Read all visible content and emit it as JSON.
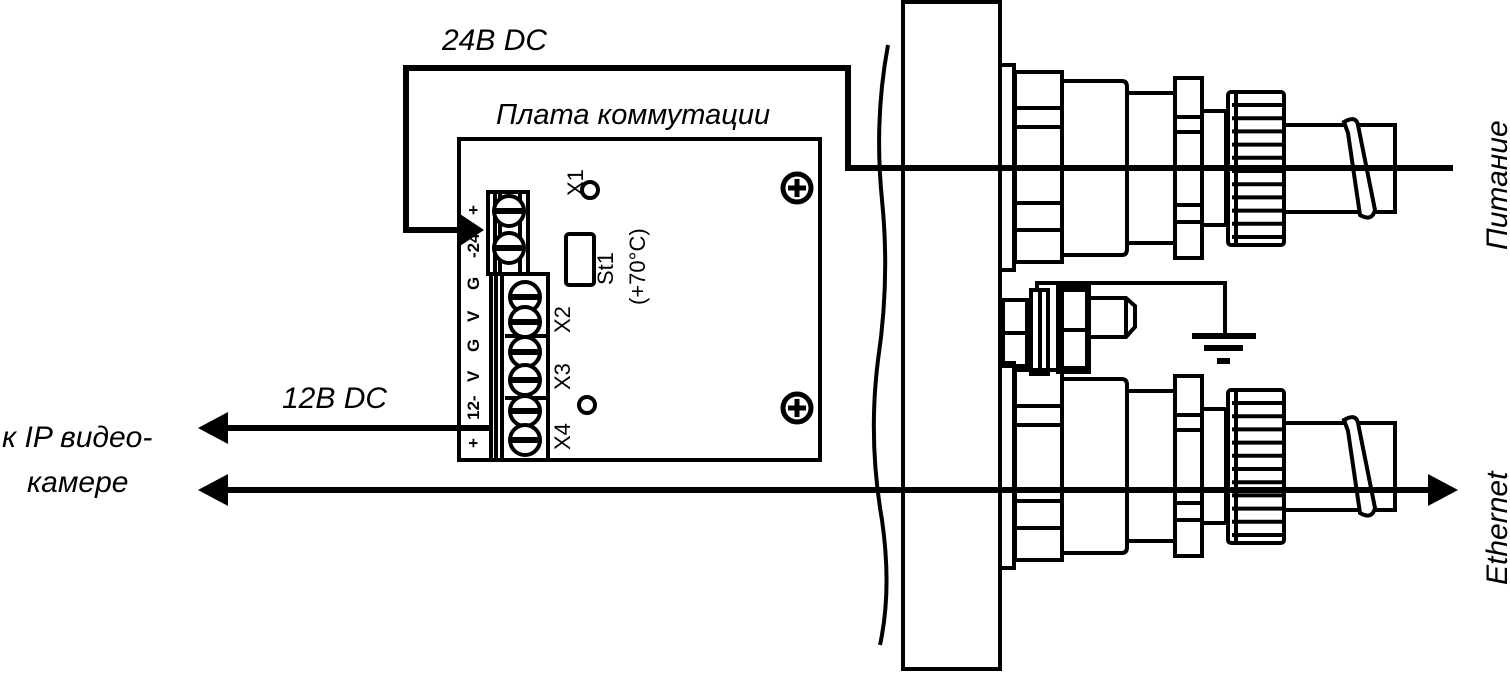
{
  "labels": {
    "dc24": "24В DC",
    "board": "Плата коммутации",
    "dc12": "12В DC",
    "camera_line1": "к IP видео-",
    "camera_line2": "камере",
    "power": "Питание",
    "ethernet": "Ethernet"
  },
  "board": {
    "x1": "X1",
    "x2": "X2",
    "x3": "X3",
    "x4": "X4",
    "thermostat": "St1",
    "thermostat_temp": "(+70°C)",
    "terminals": [
      "+",
      "-24",
      "G",
      "V",
      "G",
      "V",
      "12-",
      "+"
    ]
  },
  "colors": {
    "line": "#000000",
    "background": "#ffffff"
  }
}
